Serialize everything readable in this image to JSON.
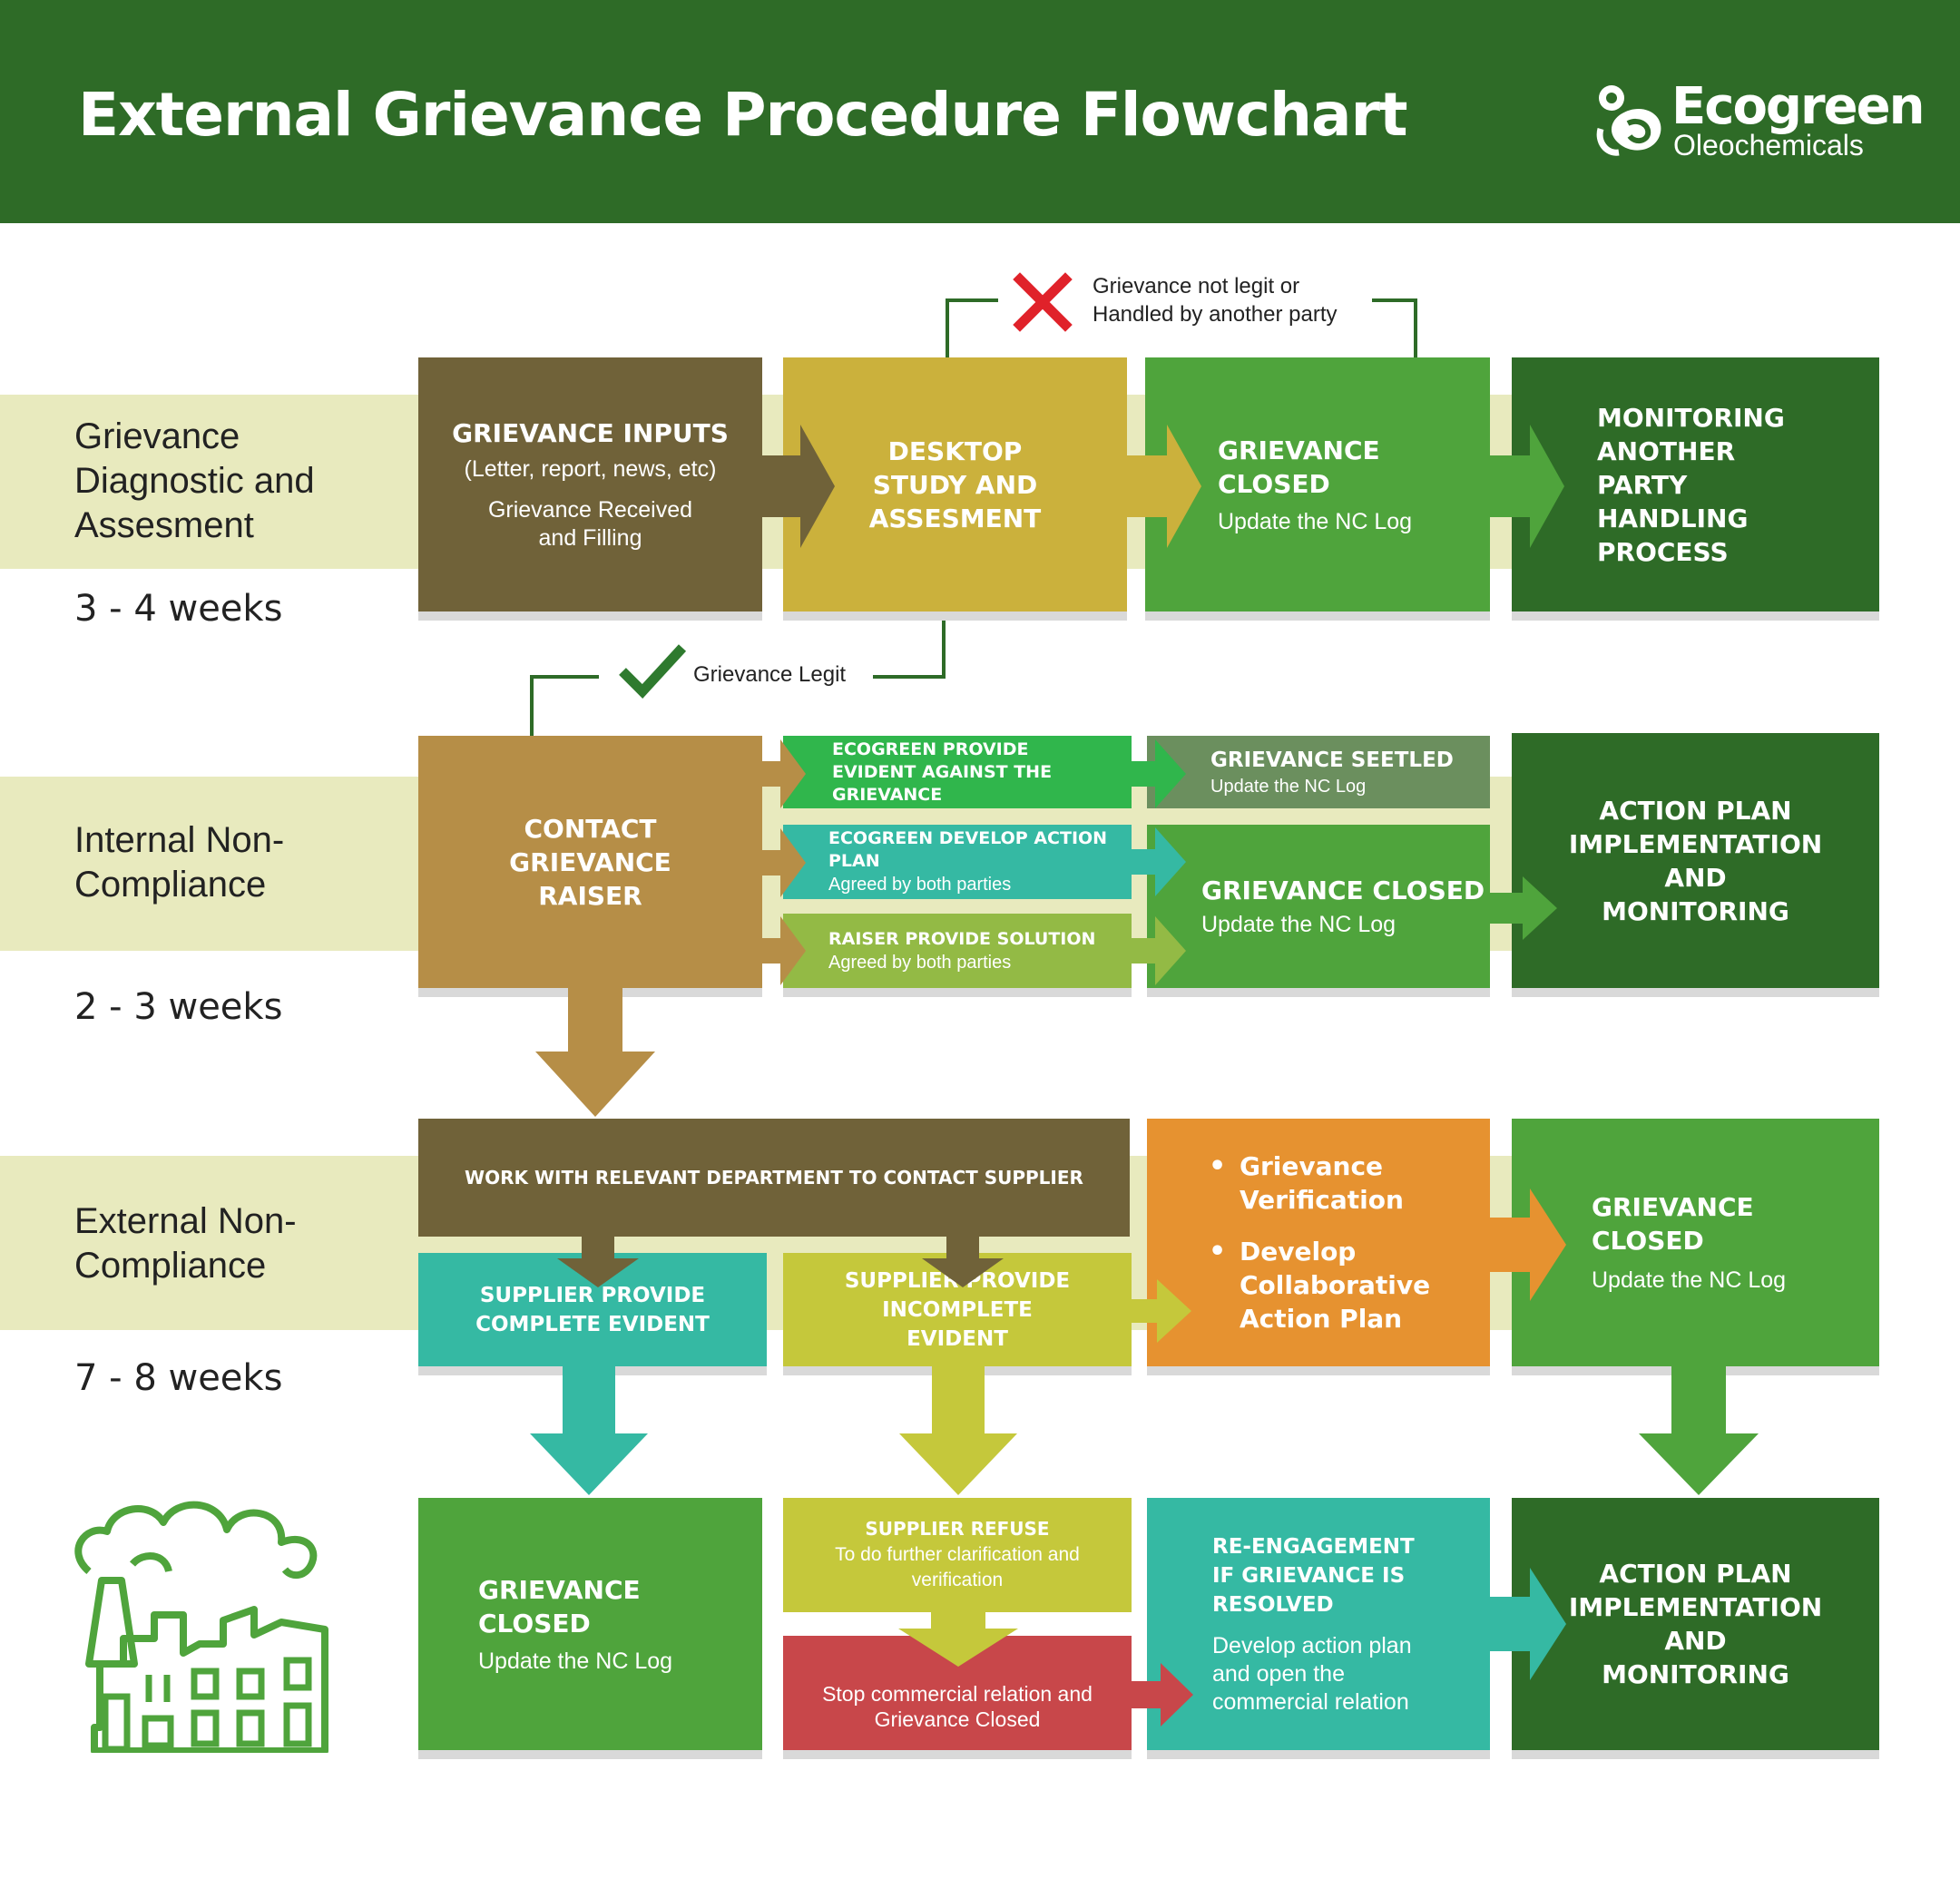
{
  "header": {
    "title": "External Grievance Procedure Flowchart",
    "logo_name": "Ecogreen",
    "logo_sub": "Oleochemicals"
  },
  "stages": [
    {
      "label": "Grievance Diagnostic and Assesment",
      "weeks": "3 - 4 weeks"
    },
    {
      "label": "Internal Non-Compliance",
      "weeks": "2 - 3 weeks"
    },
    {
      "label": "External Non-Compliance",
      "weeks": "7 - 8 weeks"
    }
  ],
  "notes": {
    "not_legit": "Grievance not legit or Handled by another party",
    "legit": "Grievance Legit"
  },
  "row1": {
    "inputs": {
      "title": "GRIEVANCE INPUTS",
      "sub1": "(Letter, report, news, etc)",
      "sub2": "Grievance Received and Filling"
    },
    "desktop": {
      "title": "DESKTOP STUDY AND ASSESMENT"
    },
    "closed": {
      "title": "GRIEVANCE CLOSED",
      "sub": "Update the NC Log"
    },
    "monitoring": {
      "title": "MONITORING ANOTHER PARTY HANDLING PROCESS"
    }
  },
  "row2": {
    "contact": {
      "title": "CONTACT GRIEVANCE RAISER"
    },
    "evident": {
      "title": "ECOGREEN PROVIDE EVIDENT AGAINST THE GRIEVANCE"
    },
    "action": {
      "title": "ECOGREEN DEVELOP ACTION PLAN",
      "sub": "Agreed by both parties"
    },
    "raiser": {
      "title": "RAISER PROVIDE SOLUTION",
      "sub": "Agreed by both parties"
    },
    "settled": {
      "title": "GRIEVANCE SEETLED",
      "sub": "Update the NC Log"
    },
    "closed": {
      "title": "GRIEVANCE CLOSED",
      "sub": "Update the NC Log"
    },
    "implement": {
      "title": "ACTION PLAN IMPLEMENTATION AND MONITORING"
    }
  },
  "row3": {
    "work": {
      "title": "WORK WITH RELEVANT DEPARTMENT TO CONTACT SUPPLIER"
    },
    "complete": {
      "title": "SUPPLIER PROVIDE COMPLETE EVIDENT"
    },
    "incomplete": {
      "title": "SUPPLIER PROVIDE INCOMPLETE EVIDENT"
    },
    "verify": {
      "items": [
        "Grievance Verification",
        "Develop Collaborative Action Plan"
      ]
    },
    "closed": {
      "title": "GRIEVANCE CLOSED",
      "sub": "Update the NC Log"
    }
  },
  "row4": {
    "closed": {
      "title": "GRIEVANCE CLOSED",
      "sub": "Update the NC Log"
    },
    "refuse": {
      "title": "SUPPLIER REFUSE",
      "sub": "To do further clarification and verification"
    },
    "stop": {
      "sub": "Stop commercial relation and Grievance Closed"
    },
    "reengage": {
      "title": "RE-ENGAGEMENT IF GRIEVANCE IS RESOLVED",
      "sub": "Develop action plan and open the commercial relation"
    },
    "implement": {
      "title": "ACTION PLAN IMPLEMENTATION AND MONITORING"
    }
  },
  "colors": {
    "header": "#2e6b27",
    "band": "#e8eabe",
    "olive_dark": "#706239",
    "mustard": "#cbb13c",
    "green": "#4fa43c",
    "dark_green": "#2e6b27",
    "tan": "#b68e47",
    "teal": "#35b9a3",
    "lime": "#c5c83b",
    "orange": "#e69230",
    "red": "#c8474a"
  }
}
